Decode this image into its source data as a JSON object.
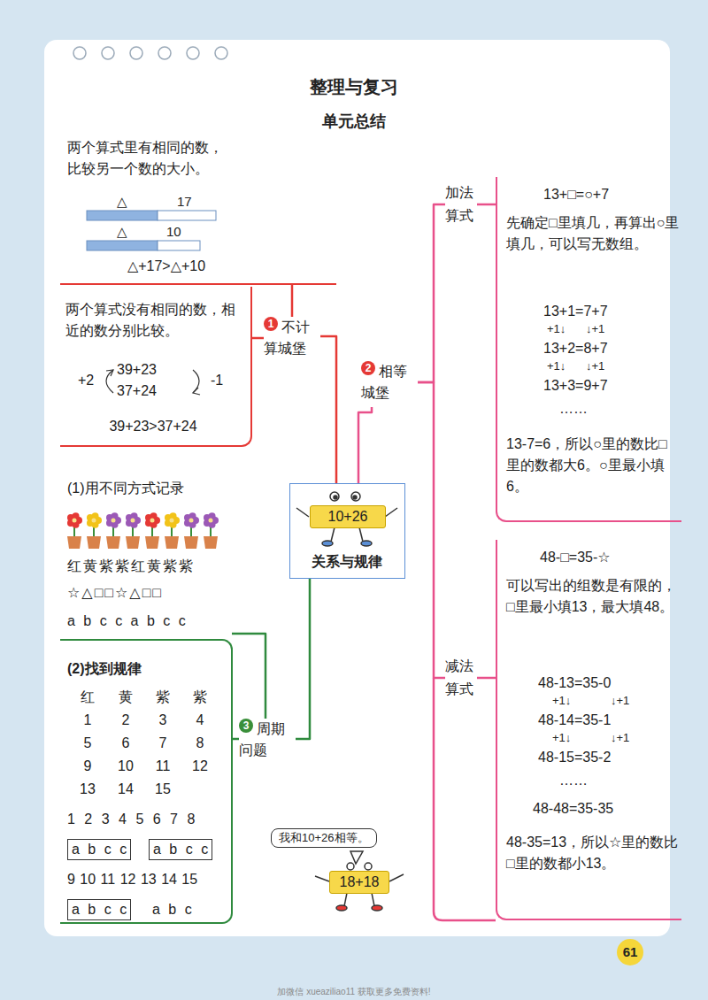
{
  "diagram": {
    "title": "整理与复习",
    "nodes": [
      {
        "text": [
          "10+26",
          "关系与规律"
        ]
      },
      {
        "text": [
          "1",
          "不计算城堡"
        ]
      },
      {
        "text": [
          "2",
          "相等城堡"
        ]
      },
      {
        "text": [
          "3",
          "周期问题"
        ]
      },
      {
        "text": [
          "两个算式里有相同的数，比较另一个数的大小。",
          "△+17>△+10"
        ]
      },
      {
        "text": [
          "两个算式没有相同的数，相近的数分别比较。",
          "+2",
          "39+23",
          "37+24",
          "-1",
          "39+23>37+24"
        ]
      },
      {
        "text": [
          "加法算式"
        ]
      },
      {
        "text": [
          "13+□=○+7",
          "先确定□里填几，再算出○里填几，可以写无数组。",
          "13+1=7+7",
          "+1↓",
          "↓+1",
          "13+2=8+7",
          "+1↓",
          "↓+1",
          "13+3=9+7",
          "……",
          "13-7=6，所以○里的数比□里的数都大6。○里最小填6。"
        ]
      },
      {
        "text": [
          "减法算式"
        ]
      },
      {
        "text": [
          "48-□=35-☆",
          "可以写出的组数是有限的，□里最小填13，最大填48。",
          "48-13=35-0",
          "+1↓",
          "↓+1",
          "48-14=35-1",
          "+1↓",
          "↓+1",
          "48-15=35-2",
          "……",
          "48-48=35-35",
          "48-35=13，所以☆里的数比□里的数都小13。"
        ]
      },
      {
        "text": [
          "(1)用不同方式记录",
          "红黄紫紫红黄紫紫",
          "☆△□□☆△□□",
          "a b c c a b c c"
        ]
      },
      {
        "text": [
          "(2)找到规律",
          "红",
          "黄",
          "紫",
          "紫",
          "1",
          "2",
          "3",
          "4",
          "5",
          "6",
          "7",
          "8",
          "9",
          "10",
          "11",
          "12",
          "13",
          "14",
          "15",
          "1 2 3 4 5 6 7 8",
          "a b c c",
          "a b c c",
          "9 10 11 12 13 14 15",
          "a b c c",
          "a b c"
        ]
      },
      {
        "text": [
          "我和10+26相等。"
        ]
      },
      {
        "text": [
          "18+18"
        ]
      }
    ],
    "edges": [
      {
        "from": 0,
        "to": 1,
        "arrow": "none"
      },
      {
        "from": 1,
        "to": 4,
        "arrow": "none"
      },
      {
        "from": 1,
        "to": 5,
        "arrow": "none"
      },
      {
        "from": 0,
        "to": 2,
        "arrow": "none"
      },
      {
        "from": 2,
        "to": 6,
        "arrow": "none"
      },
      {
        "from": 6,
        "to": 7,
        "arrow": "none"
      },
      {
        "from": 2,
        "to": 8,
        "arrow": "none"
      },
      {
        "from": 8,
        "to": 9,
        "arrow": "none"
      },
      {
        "from": 0,
        "to": 3,
        "arrow": "none"
      },
      {
        "from": 3,
        "to": 10,
        "arrow": "none"
      },
      {
        "from": 3,
        "to": 11,
        "arrow": "none"
      }
    ],
    "labels": [
      "单元总结",
      "△",
      "17",
      "△",
      "10",
      "61",
      "加微信 xueaziliao11 获取更多免费资料!"
    ]
  }
}
